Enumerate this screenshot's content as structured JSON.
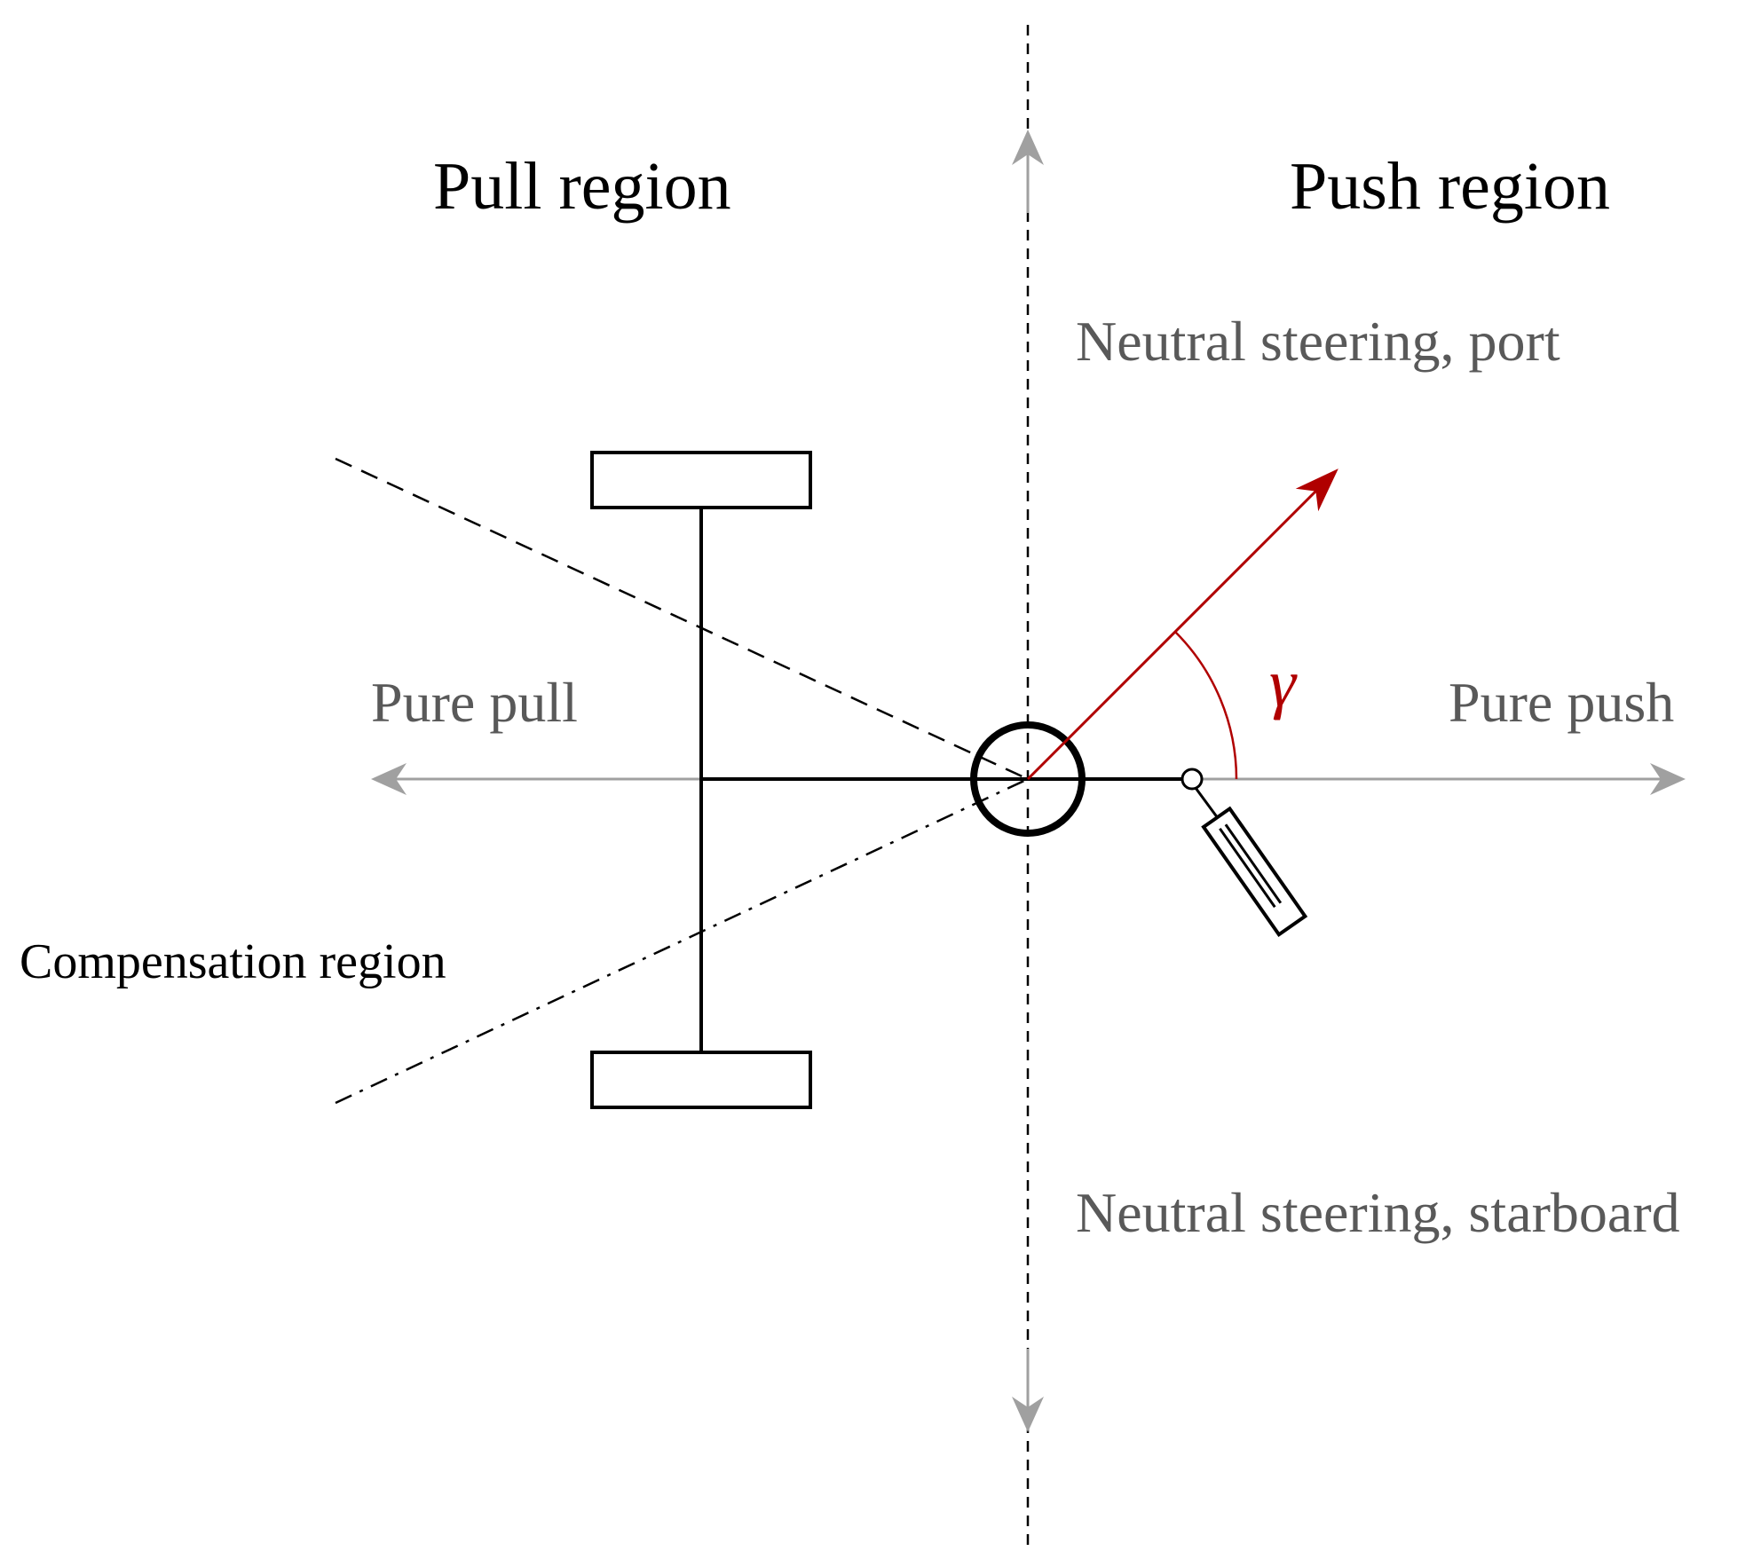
{
  "diagram": {
    "regions": {
      "pull": "Pull region",
      "push": "Push region",
      "compensation": "Compensation region"
    },
    "directions": {
      "pure_pull": "Pure pull",
      "pure_push": "Pure push",
      "neutral_port": "Neutral steering, port",
      "neutral_starboard": "Neutral steering, starboard"
    },
    "angle_symbol": "γ",
    "colors": {
      "structure": "#000000",
      "axis_gray": "#a0a0a0",
      "label_gray": "#595959",
      "force_red": "#b00000"
    }
  }
}
